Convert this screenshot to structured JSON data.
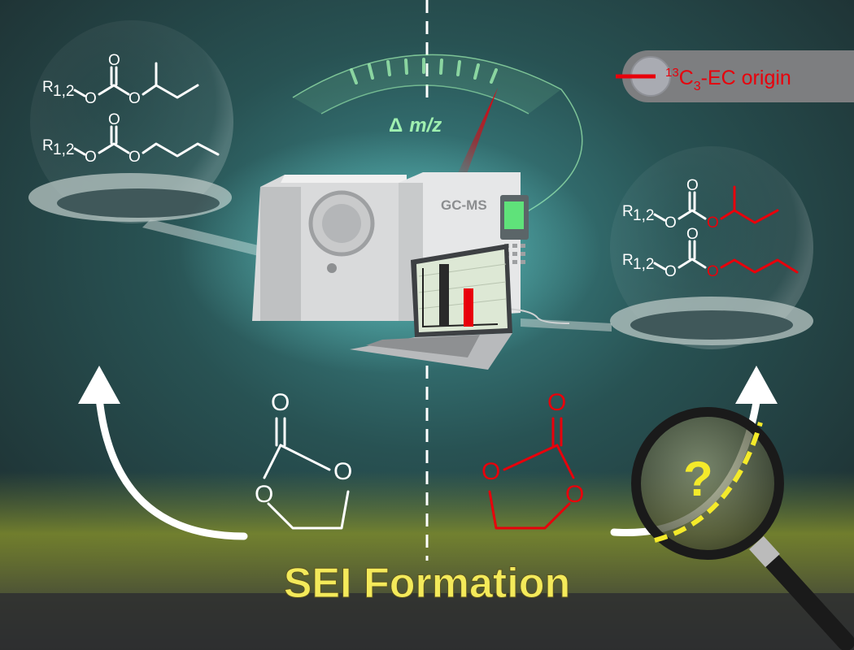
{
  "legend": {
    "mass": "13",
    "element": "C",
    "count": "3",
    "suffix": "-EC origin",
    "color": "#e8000b"
  },
  "gauge_label": {
    "delta": "Δ",
    "mz": "m/z"
  },
  "instrument_label": "GC-MS",
  "molecules": {
    "r_group": "R",
    "r_sub": "1,2",
    "oxygen": "O"
  },
  "title": "SEI Formation",
  "question_mark": "?",
  "colors": {
    "label_red": "#e8000b",
    "title_yellow": "#f4ea5a",
    "gauge_green": "#9ff0b0"
  }
}
